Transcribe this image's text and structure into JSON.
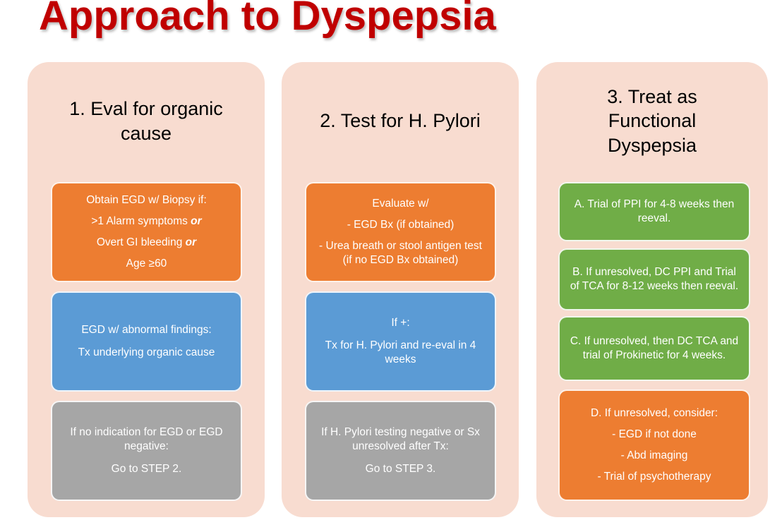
{
  "title": "Approach to Dyspepsia",
  "colors": {
    "title-red": "#C00000",
    "panel-pink": "#F8DCD0",
    "box-orange": "#ED7D31",
    "box-blue": "#5B9BD5",
    "box-gray": "#A6A6A6",
    "box-green": "#70AD47",
    "box-text": "#FFFFFF",
    "header-text": "#000000"
  },
  "columns": [
    {
      "header": "1. Eval for organic cause",
      "boxes": [
        {
          "color": "orange",
          "lines": [
            {
              "text": "Obtain EGD w/ Biopsy if:"
            },
            {
              "text": ">1 Alarm symptoms",
              "em": "or"
            },
            {
              "text": "Overt GI bleeding ",
              "em": "or"
            },
            {
              "text": "Age ≥60"
            }
          ]
        },
        {
          "color": "blue",
          "lines": [
            {
              "text": "EGD w/ abnormal findings:"
            },
            {
              "text": "Tx underlying organic cause"
            }
          ]
        },
        {
          "color": "gray",
          "lines": [
            {
              "text": "If no indication for EGD or EGD negative:"
            },
            {
              "text": "Go to STEP 2."
            }
          ]
        }
      ]
    },
    {
      "header": "2. Test for H. Pylori",
      "boxes": [
        {
          "color": "orange",
          "lines": [
            {
              "text": "Evaluate w/"
            },
            {
              "text": "- EGD Bx (if obtained)"
            },
            {
              "text": "- Urea breath or stool antigen test (if no EGD Bx obtained)"
            }
          ]
        },
        {
          "color": "blue",
          "lines": [
            {
              "text": "If +:"
            },
            {
              "text": "Tx for H. Pylori and re-eval in 4 weeks"
            }
          ]
        },
        {
          "color": "gray",
          "lines": [
            {
              "text": "If H. Pylori testing negative or Sx unresolved after Tx:"
            },
            {
              "text": "Go to STEP 3."
            }
          ]
        }
      ]
    },
    {
      "header": "3. Treat as Functional Dyspepsia",
      "boxes": [
        {
          "color": "green",
          "lines": [
            {
              "text": "A. Trial of PPI for 4-8 weeks then reeval."
            }
          ]
        },
        {
          "color": "green",
          "lines": [
            {
              "text": "B. If unresolved, DC PPI and Trial of TCA for 8-12 weeks then reeval."
            }
          ]
        },
        {
          "color": "green",
          "lines": [
            {
              "text": "C. If unresolved, then DC TCA and trial of Prokinetic for 4 weeks."
            }
          ]
        },
        {
          "color": "orange",
          "lines": [
            {
              "text": "D. If unresolved, consider:"
            },
            {
              "text": "- EGD if not done"
            },
            {
              "text": "- Abd imaging"
            },
            {
              "text": "- Trial of psychotherapy"
            }
          ]
        }
      ]
    }
  ]
}
